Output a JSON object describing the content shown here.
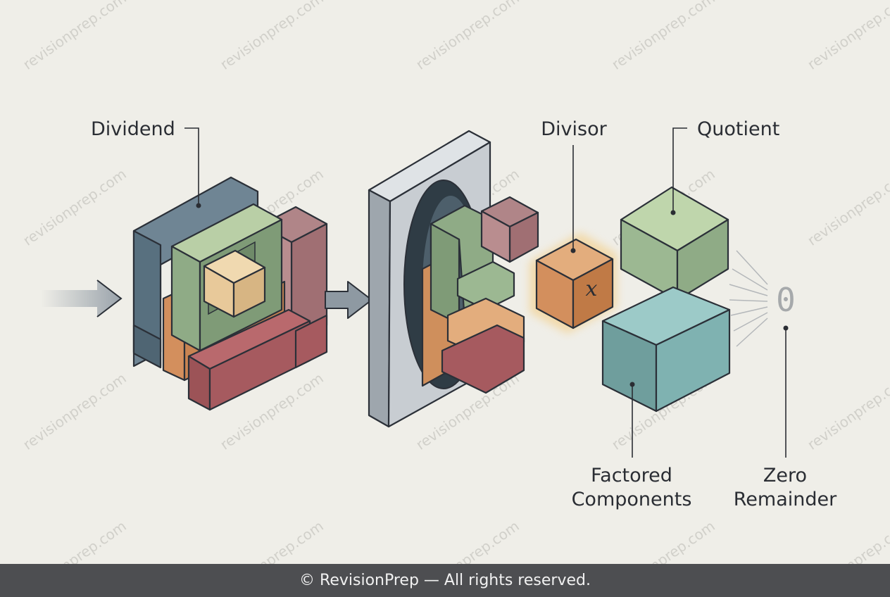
{
  "labels": {
    "dividend": "Dividend",
    "divisor": "Divisor",
    "quotient": "Quotient",
    "factored_line1": "Factored",
    "factored_line2": "Components",
    "zero_line1": "Zero",
    "zero_line2": "Remainder"
  },
  "symbols": {
    "variable": "x",
    "zero": "0"
  },
  "watermark": "revisionprep.com",
  "footer": "© RevisionPrep — All rights reserved.",
  "colors": {
    "background": "#efeee8",
    "slate_blue": "#6f8594",
    "sage_green": "#8fab86",
    "light_green": "#b9cfa6",
    "tan": "#e8c99a",
    "orange": "#cf8f5c",
    "brick_red": "#a65a5f",
    "mauve": "#a7777a",
    "teal": "#7fb2b1",
    "gray_frame": "#c8cdd2",
    "footer_bg": "#4d4e51"
  },
  "icons": [
    "input-arrow-icon",
    "flow-arrow-icon",
    "radiating-lines-icon"
  ]
}
